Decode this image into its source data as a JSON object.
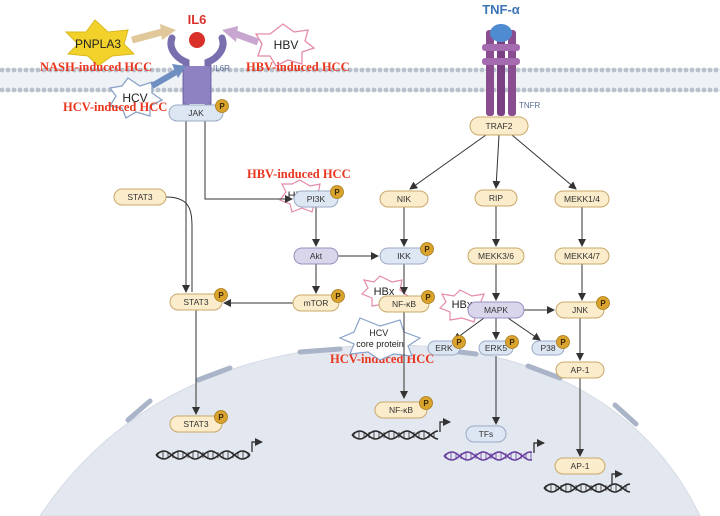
{
  "ligands": {
    "il6": "IL6",
    "tnf": "TNF-α"
  },
  "receptors": {
    "il6r": "IL6R",
    "tnfr": "TNFR"
  },
  "triggers": {
    "pnpla3": "PNPLA3",
    "hbv": "HBV",
    "hcv": "HCV",
    "hbx_left": "HBx",
    "hbx_nfkb": "HBx",
    "hbx_mapk": "HBx",
    "hcv_core": "HCV core protein"
  },
  "annotations": {
    "nash_hcc": "NASH-induced HCC",
    "hbv_hcc_top": "HBV-induced HCC",
    "hcv_hcc_top": "HCV-induced HCC",
    "hbv_hcc_pi3k": "HBV-induced HCC",
    "hcv_hcc_nfkb": "HCV-induced HCC"
  },
  "nodes": {
    "jak": "JAK",
    "stat3_cyto": "STAT3",
    "stat3_p": "STAT3",
    "stat3_nuc": "STAT3",
    "pi3k": "PI3K",
    "akt": "Akt",
    "mtor": "mTOR",
    "traf2": "TRAF2",
    "nik": "NIK",
    "ikk": "IKK",
    "nfkb": "NF-κB",
    "nfkb_nuc": "NF-κB",
    "rip": "RIP",
    "mekk36": "MEKK3/6",
    "mapk": "MAPK",
    "erk": "ERK",
    "erk5": "ERK5",
    "p38": "P38",
    "tfs": "TFs",
    "mekk14": "MEKK1/4",
    "mekk47": "MEKK4/7",
    "jnk": "JNK",
    "ap1": "AP-1",
    "ap1_nuc": "AP-1"
  },
  "phospho_label": "P",
  "colors": {
    "red_text": "#e8361f",
    "membrane": "#b9c2cc",
    "nucleus": "#e3e7ef",
    "node_fill": "#fbeccb",
    "node_stroke": "#c9a86a",
    "blue_fill": "#dde6f3",
    "blue_stroke": "#9aa9c4",
    "purple_fill": "#d9d6ec",
    "purple_stroke": "#9790bf",
    "phospho_fill": "#d9a32e",
    "dna_dark": "#2a2a2a",
    "dna_purple": "#6b3fa0"
  }
}
